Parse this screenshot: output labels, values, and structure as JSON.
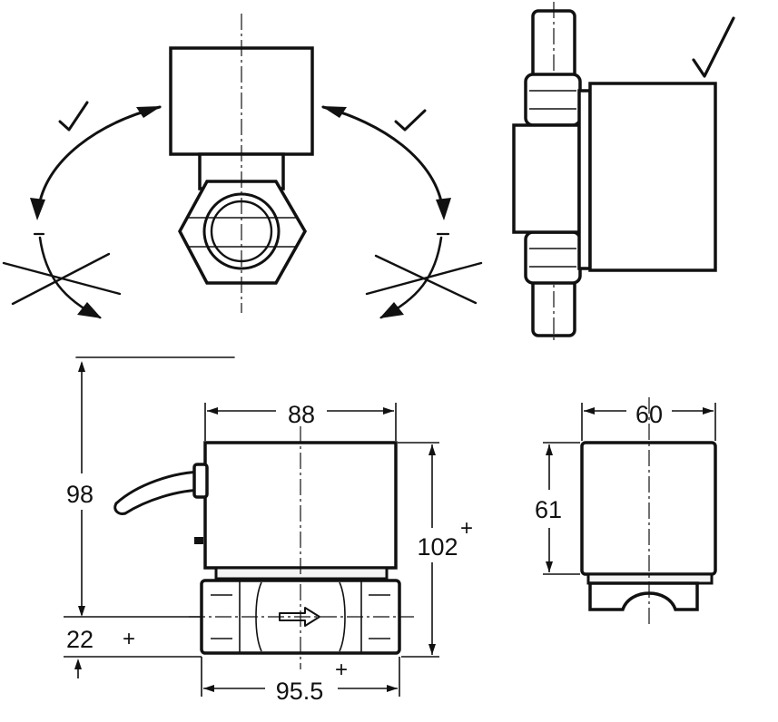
{
  "dimensions": {
    "width_top": "88",
    "height_total": "98",
    "height_base": "22",
    "plus_left": "+",
    "height_right": "102",
    "plus_right": "+",
    "length_bottom": "95.5",
    "plus_bottom": "+",
    "side_width": "60",
    "side_height": "61"
  },
  "colors": {
    "line": "#111111",
    "background": "#ffffff",
    "fill": "#f3f3f3"
  },
  "icons": {
    "allowed_mark": "check-mark-icon",
    "forbidden_mark": "cross-mark-icon",
    "flow_arrow": "flow-arrow-icon"
  }
}
